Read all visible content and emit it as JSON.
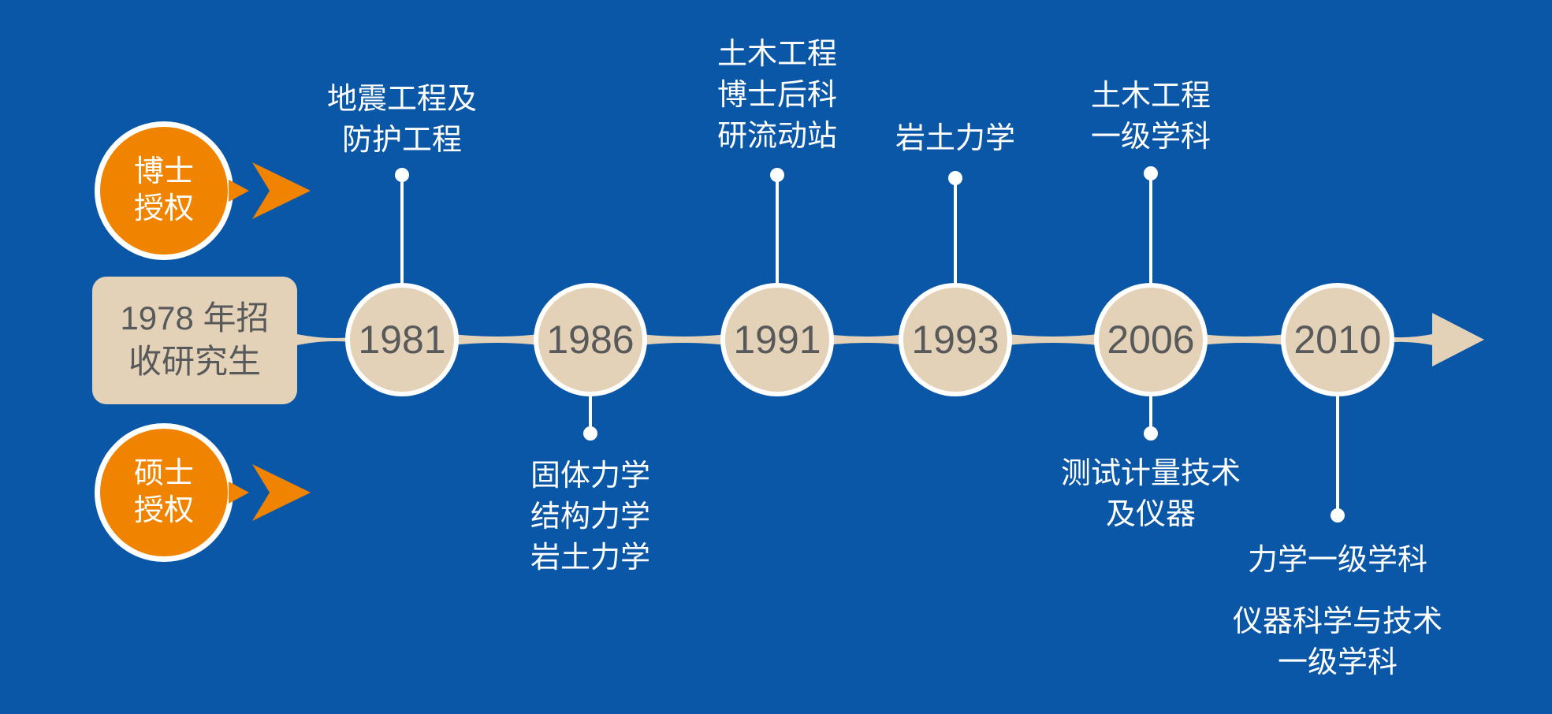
{
  "colors": {
    "background": "#0b57a7",
    "orange": "#f08300",
    "beige": "#e3d2b7",
    "year_text": "#58595b",
    "white": "#ffffff"
  },
  "badges": [
    {
      "line1": "博士",
      "line2": "授权"
    },
    {
      "line1": "硕士",
      "line2": "授权"
    }
  ],
  "origin": {
    "line1": "1978 年招",
    "line2": "收研究生"
  },
  "years": [
    "1981",
    "1986",
    "1991",
    "1993",
    "2006",
    "2010"
  ],
  "labels": {
    "l1981": [
      "地震工程及",
      "防护工程"
    ],
    "l1986": [
      "固体力学",
      "结构力学",
      "岩土力学"
    ],
    "l1991": [
      "土木工程",
      "博士后科",
      "研流动站"
    ],
    "l1993": [
      "岩土力学"
    ],
    "l2006_top": [
      "土木工程",
      "一级学科"
    ],
    "l2006_bottom": [
      "测试计量技术",
      "及仪器"
    ],
    "l2010_a": [
      "力学一级学科"
    ],
    "l2010_b": [
      "仪器科学与技术",
      "一级学科"
    ]
  }
}
